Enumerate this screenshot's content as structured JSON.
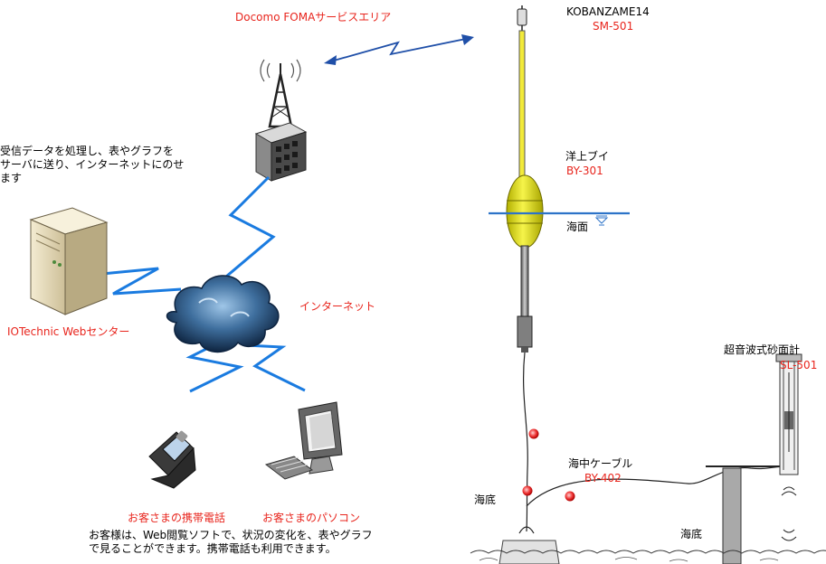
{
  "network": {
    "service_area": "Docomo FOMAサービスエリア",
    "description": [
      "受信データを処理し、表やグラフを",
      "サーバに送り、インターネットにのせ",
      "ます"
    ],
    "web_center": "IOTechnic Webセンター",
    "internet": "インターネット",
    "customer_phone": "お客さまの携帯電話",
    "customer_pc": "お客さまのパソコン",
    "footer": [
      "お客様は、Web閲覧ソフトで、状況の変化を、表やグラフ",
      "で見ることができます。携帯電話も利用できます。"
    ]
  },
  "equipment": {
    "sm_name": "KOBANZAME14",
    "sm_model": "SM-501",
    "buoy_name": "洋上ブイ",
    "buoy_model": "BY-301",
    "sea_surface": "海面",
    "sea_bottom_1": "海底",
    "cable_name": "海中ケーブル",
    "cable_model": "BY-402",
    "sea_bottom_2": "海底",
    "sand_meter_name": "超音波式砂面計",
    "sand_meter_model": "SL-501"
  },
  "colors": {
    "label_red": "#e8251d",
    "link_blue": "#1f4fa8",
    "zigzag_blue": "#1a7be0",
    "buoy_yellow": "#ecea2a",
    "mast_yellow": "#f2ea3a",
    "water_blue": "#2c73c8"
  }
}
